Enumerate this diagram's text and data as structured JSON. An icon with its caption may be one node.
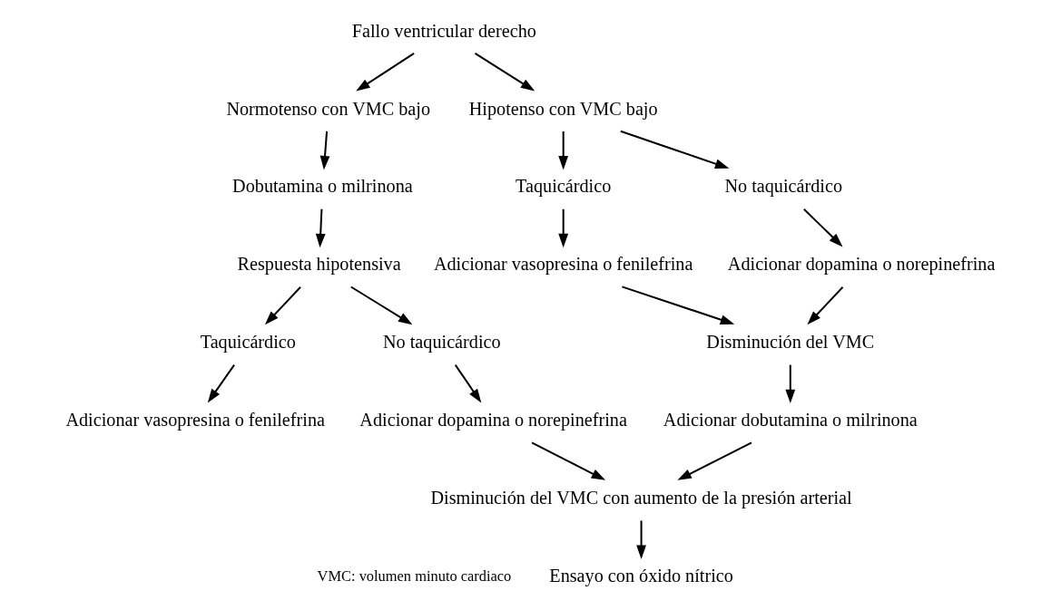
{
  "diagram": {
    "nodes": [
      {
        "text": [
          "Fallo ventricular derecho"
        ]
      },
      {
        "text": [
          "Normotenso con VMC bajo"
        ]
      },
      {
        "text": [
          "Hipotenso con VMC bajo"
        ]
      },
      {
        "text": [
          "Dobutamina o milrinona"
        ]
      },
      {
        "text": [
          "Respuesta hipotensiva"
        ]
      },
      {
        "text": [
          "Taquicárdico"
        ]
      },
      {
        "text": [
          "No taquicárdico"
        ]
      },
      {
        "text": [
          "Adicionar vasopresina o fenilefrina"
        ]
      },
      {
        "text": [
          "Adicionar dopamina o norepinefrina"
        ]
      },
      {
        "text": [
          "Taquicárdico"
        ]
      },
      {
        "text": [
          "No taquicárdico"
        ]
      },
      {
        "text": [
          "Adicionar vasopresina o fenilefrina"
        ]
      },
      {
        "text": [
          "Adicionar dopamina o norepinefrina"
        ]
      },
      {
        "text": [
          "Disminución del VMC"
        ]
      },
      {
        "text": [
          "Adicionar dobutamina o milrinona"
        ]
      },
      {
        "text": [
          "Disminución del VMC con aumento de la presión arterial"
        ]
      },
      {
        "text": [
          "Ensayo con óxido nítrico"
        ]
      }
    ],
    "edges": [
      {
        "from": 0,
        "to": 1,
        "arrow": "to"
      },
      {
        "from": 0,
        "to": 2,
        "arrow": "to"
      },
      {
        "from": 1,
        "to": 3,
        "arrow": "to"
      },
      {
        "from": 3,
        "to": 4,
        "arrow": "to"
      },
      {
        "from": 4,
        "to": 5,
        "arrow": "to"
      },
      {
        "from": 4,
        "to": 6,
        "arrow": "to"
      },
      {
        "from": 5,
        "to": 7,
        "arrow": "to"
      },
      {
        "from": 6,
        "to": 8,
        "arrow": "to"
      },
      {
        "from": 2,
        "to": 9,
        "arrow": "to"
      },
      {
        "from": 2,
        "to": 10,
        "arrow": "to"
      },
      {
        "from": 9,
        "to": 11,
        "arrow": "to"
      },
      {
        "from": 10,
        "to": 12,
        "arrow": "to"
      },
      {
        "from": 11,
        "to": 13,
        "arrow": "to"
      },
      {
        "from": 12,
        "to": 13,
        "arrow": "to"
      },
      {
        "from": 13,
        "to": 14,
        "arrow": "to"
      },
      {
        "from": 8,
        "to": 15,
        "arrow": "to"
      },
      {
        "from": 14,
        "to": 15,
        "arrow": "to"
      },
      {
        "from": 15,
        "to": 16,
        "arrow": "to"
      }
    ],
    "labels": [
      "VMC: volumen minuto cardiaco"
    ]
  }
}
